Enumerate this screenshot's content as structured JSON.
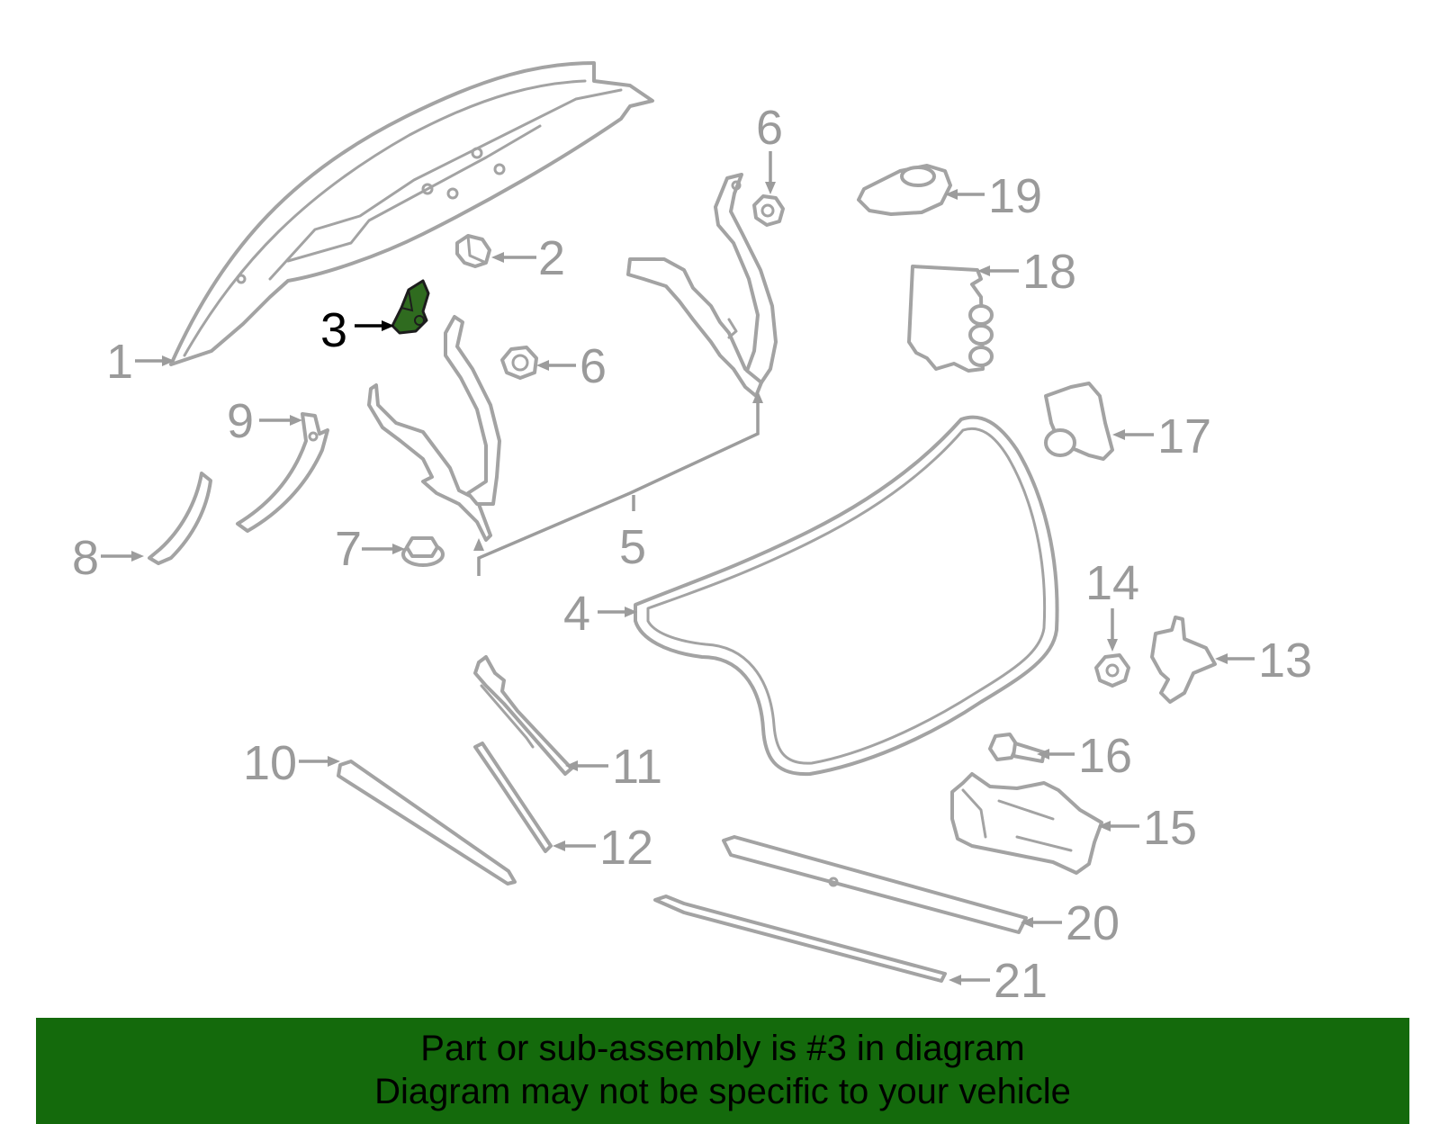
{
  "diagram": {
    "highlight_color": "#2f6b1f",
    "line_color": "#a3a3a3",
    "callouts": {
      "c1": "1",
      "c2": "2",
      "c3": "3",
      "c4": "4",
      "c5": "5",
      "c6a": "6",
      "c6b": "6",
      "c7": "7",
      "c8": "8",
      "c9": "9",
      "c10": "10",
      "c11": "11",
      "c12": "12",
      "c13": "13",
      "c14": "14",
      "c15": "15",
      "c16": "16",
      "c17": "17",
      "c18": "18",
      "c19": "19",
      "c20": "20",
      "c21": "21"
    }
  },
  "banner": {
    "color": "#146a0c",
    "line1": "Part or sub-assembly is #3 in diagram",
    "line2": "Diagram may not be specific to your vehicle"
  }
}
